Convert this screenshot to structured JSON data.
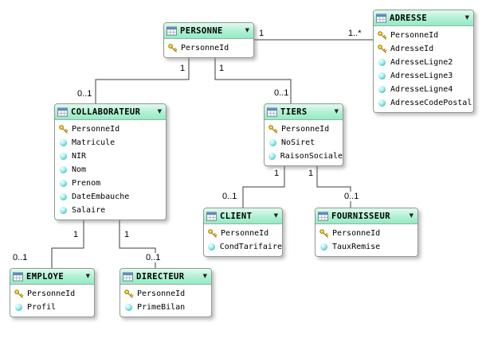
{
  "diagram": {
    "tables": [
      {
        "name": "PERSONNE",
        "columns": [
          {
            "name": "PersonneId",
            "icon": "key"
          }
        ]
      },
      {
        "name": "ADRESSE",
        "columns": [
          {
            "name": "PersonneId",
            "icon": "key"
          },
          {
            "name": "AdresseId",
            "icon": "key"
          },
          {
            "name": "AdresseLigne2",
            "icon": "column"
          },
          {
            "name": "AdresseLigne3",
            "icon": "column"
          },
          {
            "name": "AdresseLigne4",
            "icon": "column"
          },
          {
            "name": "AdresseCodePostal",
            "icon": "column"
          }
        ]
      },
      {
        "name": "COLLABORATEUR",
        "columns": [
          {
            "name": "PersonneId",
            "icon": "key"
          },
          {
            "name": "Matricule",
            "icon": "column"
          },
          {
            "name": "NIR",
            "icon": "column"
          },
          {
            "name": "Nom",
            "icon": "column"
          },
          {
            "name": "Prenom",
            "icon": "column"
          },
          {
            "name": "DateEmbauche",
            "icon": "column"
          },
          {
            "name": "Salaire",
            "icon": "column"
          }
        ]
      },
      {
        "name": "TIERS",
        "columns": [
          {
            "name": "PersonneId",
            "icon": "key"
          },
          {
            "name": "NoSiret",
            "icon": "column"
          },
          {
            "name": "RaisonSociale",
            "icon": "column"
          }
        ]
      },
      {
        "name": "CLIENT",
        "columns": [
          {
            "name": "PersonneId",
            "icon": "key"
          },
          {
            "name": "CondTarifaire",
            "icon": "column"
          }
        ]
      },
      {
        "name": "FOURNISSEUR",
        "columns": [
          {
            "name": "PersonneId",
            "icon": "key"
          },
          {
            "name": "TauxRemise",
            "icon": "column"
          }
        ]
      },
      {
        "name": "EMPLOYE",
        "columns": [
          {
            "name": "PersonneId",
            "icon": "key"
          },
          {
            "name": "Profil",
            "icon": "column"
          }
        ]
      },
      {
        "name": "DIRECTEUR",
        "columns": [
          {
            "name": "PersonneId",
            "icon": "key"
          },
          {
            "name": "PrimeBilan",
            "icon": "column"
          }
        ]
      }
    ],
    "relations": [
      {
        "from": "PERSONNE",
        "to": "ADRESSE",
        "from_label": "1",
        "to_label": "1..*"
      },
      {
        "from": "PERSONNE",
        "to": "COLLABORATEUR",
        "from_label": "1",
        "to_label": "0..1"
      },
      {
        "from": "PERSONNE",
        "to": "TIERS",
        "from_label": "1",
        "to_label": "0..1"
      },
      {
        "from": "TIERS",
        "to": "CLIENT",
        "from_label": "1",
        "to_label": "0..1"
      },
      {
        "from": "TIERS",
        "to": "FOURNISSEUR",
        "from_label": "1",
        "to_label": "0..1"
      },
      {
        "from": "COLLABORATEUR",
        "to": "EMPLOYE",
        "from_label": "1",
        "to_label": "0..1"
      },
      {
        "from": "COLLABORATEUR",
        "to": "DIRECTEUR",
        "from_label": "1",
        "to_label": "0..1"
      }
    ],
    "chevron": "▼"
  }
}
